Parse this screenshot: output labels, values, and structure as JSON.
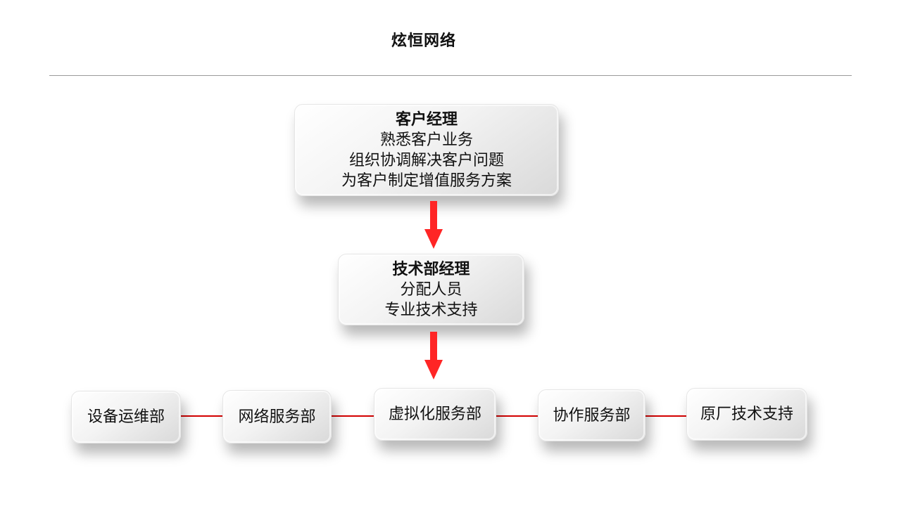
{
  "title": "炫恒网络",
  "colors": {
    "arrow": "#ff2525",
    "connector": "#d40000",
    "rule": "#9a9a9a"
  },
  "top_box": {
    "heading": "客户经理",
    "lines": [
      "熟悉客户业务",
      "组织协调解决客户问题",
      "为客户制定增值服务方案"
    ]
  },
  "middle_box": {
    "heading": "技术部经理",
    "lines": [
      "分配人员",
      "专业技术支持"
    ]
  },
  "departments": [
    "设备运维部",
    "网络服务部",
    "虚拟化服务部",
    "协作服务部",
    "原厂技术支持"
  ]
}
